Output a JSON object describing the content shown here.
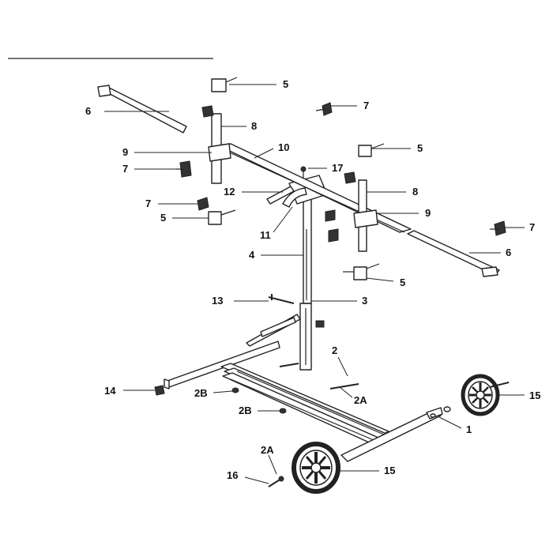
{
  "diagram": {
    "callouts": [
      {
        "id": "5a",
        "label": "5"
      },
      {
        "id": "6a",
        "label": "6"
      },
      {
        "id": "7a",
        "label": "7"
      },
      {
        "id": "8a",
        "label": "8"
      },
      {
        "id": "9a",
        "label": "9"
      },
      {
        "id": "10",
        "label": "10"
      },
      {
        "id": "5b",
        "label": "5"
      },
      {
        "id": "7b",
        "label": "7"
      },
      {
        "id": "17",
        "label": "17"
      },
      {
        "id": "12",
        "label": "12"
      },
      {
        "id": "8b",
        "label": "8"
      },
      {
        "id": "7c",
        "label": "7"
      },
      {
        "id": "5c",
        "label": "5"
      },
      {
        "id": "9b",
        "label": "9"
      },
      {
        "id": "7d",
        "label": "7"
      },
      {
        "id": "11",
        "label": "11"
      },
      {
        "id": "4",
        "label": "4"
      },
      {
        "id": "6b",
        "label": "6"
      },
      {
        "id": "5d",
        "label": "5"
      },
      {
        "id": "13",
        "label": "13"
      },
      {
        "id": "3",
        "label": "3"
      },
      {
        "id": "2",
        "label": "2"
      },
      {
        "id": "14",
        "label": "14"
      },
      {
        "id": "2Ba",
        "label": "2B"
      },
      {
        "id": "2A",
        "label": "2A"
      },
      {
        "id": "15a",
        "label": "15"
      },
      {
        "id": "2Bb",
        "label": "2B"
      },
      {
        "id": "1",
        "label": "1"
      },
      {
        "id": "2Ab",
        "label": "2A"
      },
      {
        "id": "16",
        "label": "16"
      },
      {
        "id": "15b",
        "label": "15"
      }
    ]
  }
}
